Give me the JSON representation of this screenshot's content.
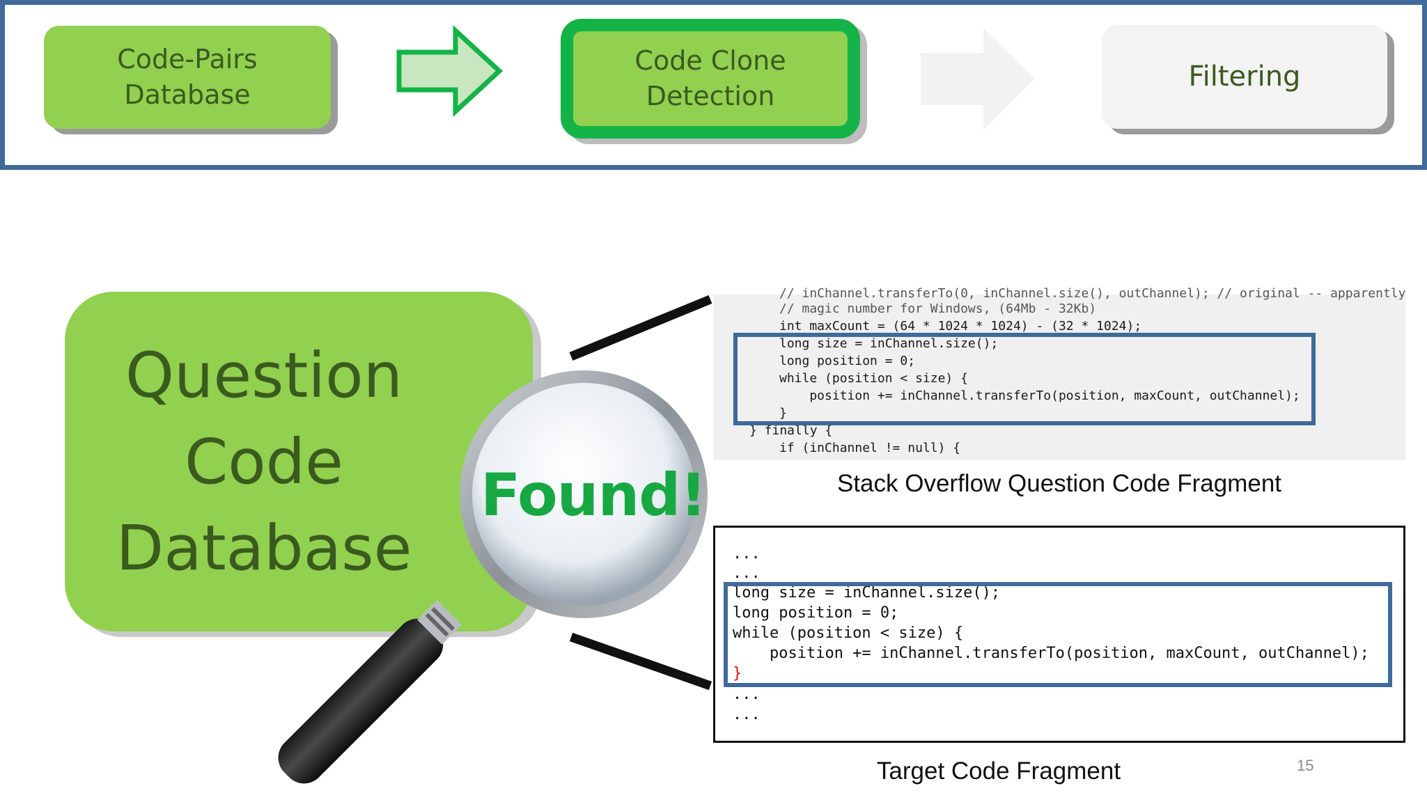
{
  "pipeline": {
    "step1": "Code-Pairs\nDatabase",
    "step2": "Code Clone\nDetection",
    "step3": "Filtering"
  },
  "question_db": {
    "label": "Question\nCode\nDatabase"
  },
  "magnifier": {
    "text": "Found!"
  },
  "so_fragment": {
    "lines": [
      "// inChannel.transferTo(0, inChannel.size(), outChannel); // original -- apparently",
      "// magic number for Windows, (64Mb - 32Kb)",
      "int maxCount = (64 * 1024 * 1024) - (32 * 1024);",
      "long size = inChannel.size();",
      "long position = 0;",
      "while (position < size) {",
      "    position += inChannel.transferTo(position, maxCount, outChannel);",
      "}",
      "} finally {",
      "if (inChannel != null) {"
    ],
    "caption": "Stack Overflow Question Code Fragment"
  },
  "target_fragment": {
    "lines": [
      "...",
      "...",
      "long size = inChannel.size();",
      "long position = 0;",
      "while (position < size) {",
      "    position += inChannel.transferTo(position, maxCount, outChannel);",
      "}",
      "...",
      "..."
    ],
    "caption": "Target Code Fragment"
  },
  "slide_number": "15",
  "colors": {
    "green_box": "#92D050",
    "green_border": "#14B347",
    "found_green": "#17A844",
    "frame_blue": "#3F6A99"
  }
}
